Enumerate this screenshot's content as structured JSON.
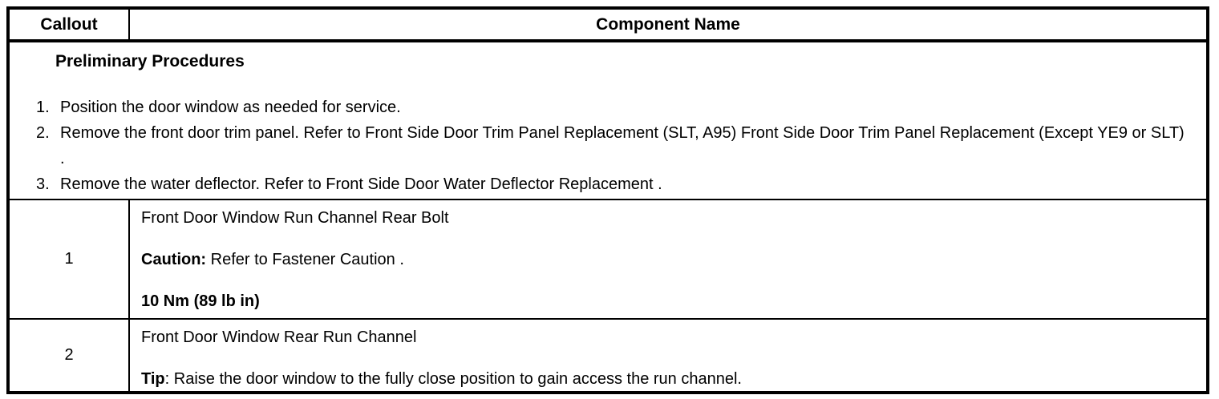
{
  "header": {
    "callout": "Callout",
    "component": "Component Name"
  },
  "preliminary": {
    "title": "Preliminary Procedures",
    "steps": [
      {
        "num": "1.",
        "text": "Position the door window as needed for service."
      },
      {
        "num": "2.",
        "text": "Remove the front door trim panel. Refer to Front Side Door Trim Panel Replacement (SLT, A95) Front Side Door Trim Panel Replacement (Except YE9 or SLT) ."
      },
      {
        "num": "3.",
        "text": "Remove the water deflector. Refer to Front Side Door Water Deflector Replacement ."
      }
    ]
  },
  "rows": [
    {
      "callout": "1",
      "name": "Front Door Window Run Channel Rear Bolt",
      "note_label": "Caution:",
      "note_text": " Refer to Fastener Caution .",
      "torque": "10 Nm (89 lb in)"
    },
    {
      "callout": "2",
      "name": "Front Door Window Rear Run Channel",
      "note_label": "Tip",
      "note_text": ": Raise the door window to the fully close position to gain access the run channel."
    }
  ],
  "colors": {
    "border": "#000000",
    "text": "#000000",
    "background": "#ffffff"
  }
}
